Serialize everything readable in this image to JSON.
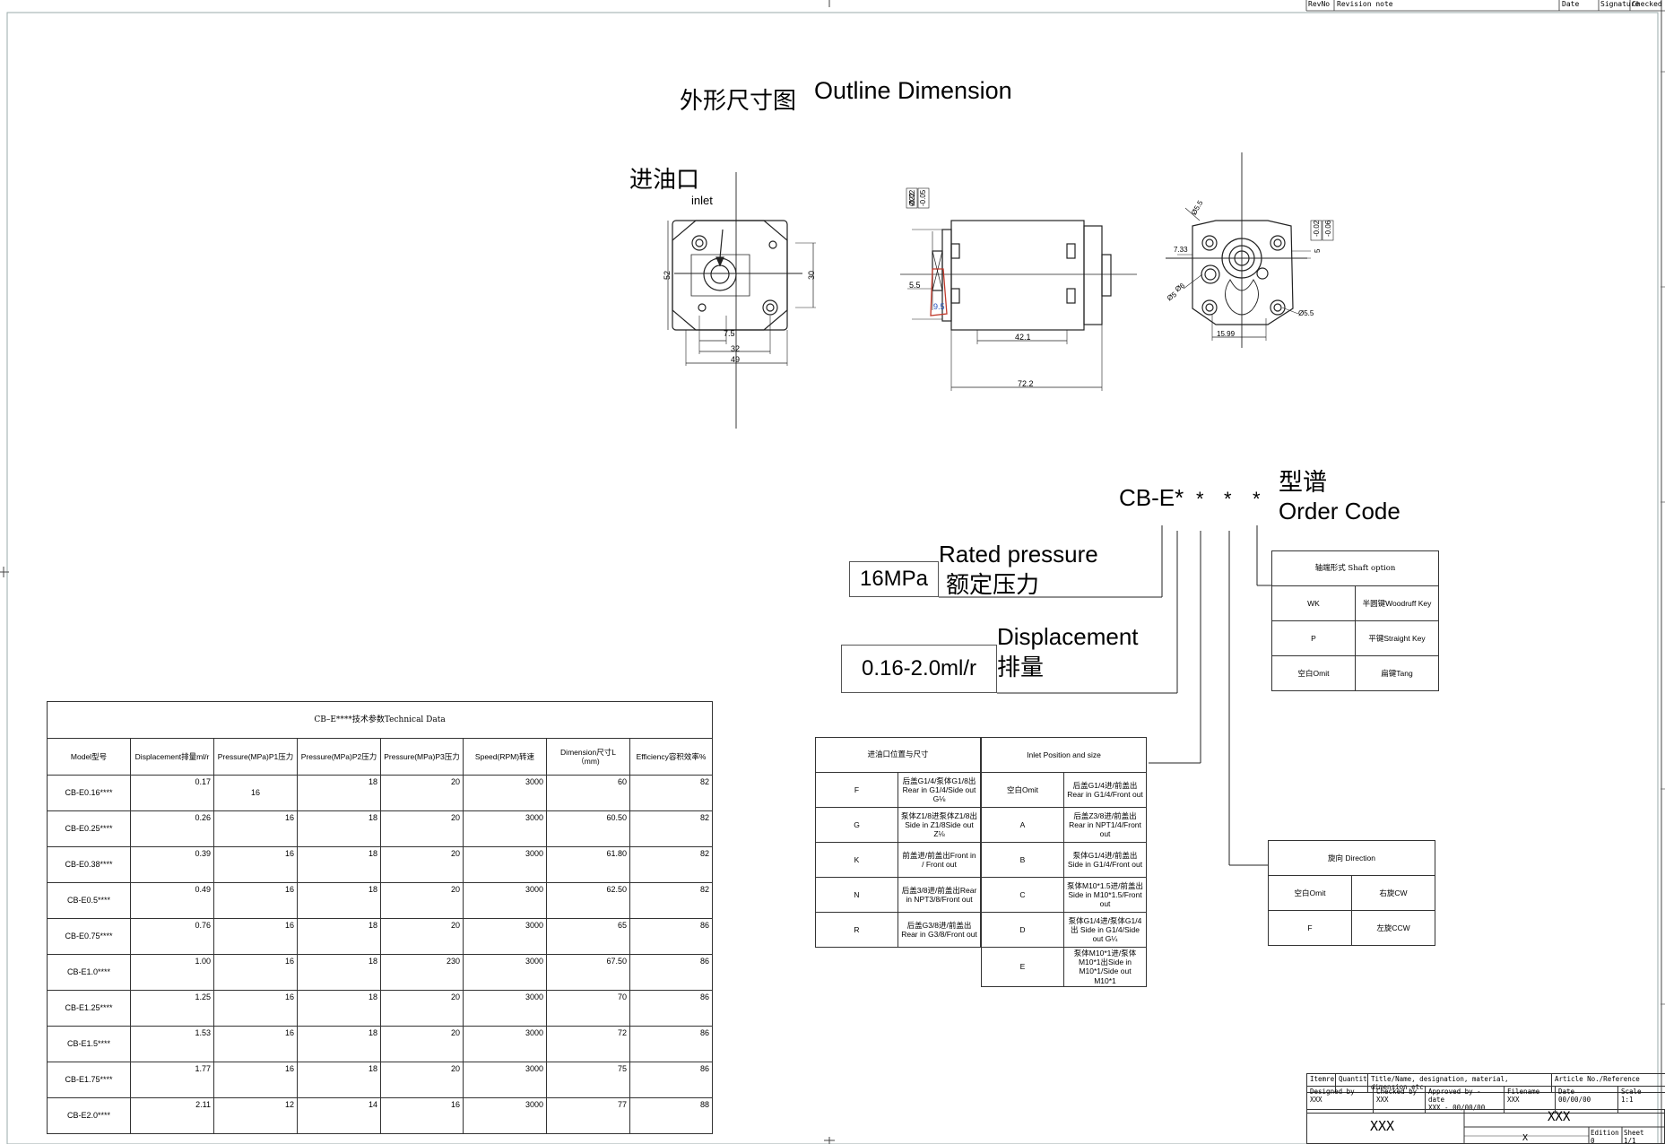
{
  "header": {
    "title_cn": "外形尺寸图",
    "title_en": "Outline  Dimension",
    "inlet_cn": "进油口",
    "inlet_en": "inlet"
  },
  "revision": {
    "headers": [
      "RevNo",
      "Revision note",
      "Date",
      "Signature",
      "Checked"
    ]
  },
  "dimensions": {
    "front": [
      "52",
      "30",
      "7.5",
      "32",
      "49"
    ],
    "side": [
      "Ø22",
      "-0.02",
      "-0.05",
      "5.5",
      "9.5",
      "42.1",
      "72.2"
    ],
    "rear": [
      "Ø5.5",
      "7.33",
      "-0.02",
      "-0.06",
      "5",
      "Ø6",
      "Ø5",
      "Ø5.5",
      "15.99"
    ]
  },
  "order_code": {
    "code": "CB-E*",
    "stars": [
      "*",
      "*",
      "*"
    ],
    "label_cn": "型谱",
    "label_en": "Order Code",
    "rated_pressure": {
      "value": "16MPa",
      "en": "Rated pressure",
      "cn": "额定压力"
    },
    "displacement": {
      "value": "0.16-2.0ml/r",
      "en": "Displacement",
      "cn": "排量"
    }
  },
  "tech_table": {
    "caption": "CB–E****技术参数Technical Data",
    "headers": [
      "Model型号",
      "Displacement排量ml/r",
      "Pressure(MPa)P1压力",
      "Pressure(MPa)P2压力",
      "Pressure(MPa)P3压力",
      "Speed(RPM)转速",
      "Dimension尺寸L（mm)",
      "Efficiency容积效率%"
    ],
    "rows": [
      [
        "CB-E0.16****",
        "0.17",
        "16",
        "18",
        "20",
        "3000",
        "60",
        "82"
      ],
      [
        "CB-E0.25****",
        "0.26",
        "16",
        "18",
        "20",
        "3000",
        "60.50",
        "82"
      ],
      [
        "CB-E0.38****",
        "0.39",
        "16",
        "18",
        "20",
        "3000",
        "61.80",
        "82"
      ],
      [
        "CB-E0.5****",
        "0.49",
        "16",
        "18",
        "20",
        "3000",
        "62.50",
        "82"
      ],
      [
        "CB-E0.75****",
        "0.76",
        "16",
        "18",
        "20",
        "3000",
        "65",
        "86"
      ],
      [
        "CB-E1.0****",
        "1.00",
        "16",
        "18",
        "230",
        "3000",
        "67.50",
        "86"
      ],
      [
        "CB-E1.25****",
        "1.25",
        "16",
        "18",
        "20",
        "3000",
        "70",
        "86"
      ],
      [
        "CB-E1.5****",
        "1.53",
        "16",
        "18",
        "20",
        "3000",
        "72",
        "86"
      ],
      [
        "CB-E1.75****",
        "1.77",
        "16",
        "18",
        "20",
        "3000",
        "75",
        "86"
      ],
      [
        "CB-E2.0****",
        "2.11",
        "12",
        "14",
        "16",
        "3000",
        "77",
        "88"
      ]
    ]
  },
  "inlet_table": {
    "left_header": "进油口位置与尺寸",
    "left_rows": [
      [
        "F",
        "后盖G1/4/泵体G1/8出 Rear in G1/4/Side out G⅛"
      ],
      [
        "G",
        "泵体Z1/8进泵体Z1/8出 Side in Z1/8Side out Z⅛"
      ],
      [
        "K",
        "前盖进/前盖出Front in / Front out"
      ],
      [
        "N",
        "后盖3/8进/前盖出Rear in NPT3/8/Front out"
      ],
      [
        "R",
        "后盖G3/8进/前盖出 Rear in G3/8/Front out"
      ]
    ],
    "right_header": "Inlet Position and size",
    "right_rows": [
      [
        "空白Omit",
        "后盖G1/4进/前盖出 Rear in G1/4/Front out"
      ],
      [
        "A",
        "后盖Z3/8进/前盖出Rear in NPT1/4/Front out"
      ],
      [
        "B",
        "泵体G1/4进/前盖出Side in G1/4/Front out"
      ],
      [
        "C",
        "泵体M10*1.5进/前盖出 Side in M10*1.5/Front out"
      ],
      [
        "D",
        "泵体G1/4进/泵体G1/4出 Side in G1/4/Side out G¼"
      ],
      [
        "E",
        "泵体M10*1进/泵体M10*1出Side in M10*1/Side out M10*1"
      ]
    ]
  },
  "shaft_table": {
    "header": "轴端形式 Shaft option",
    "rows": [
      [
        "WK",
        "半圆键Woodruff Key"
      ],
      [
        "P",
        "平键Straight Key"
      ],
      [
        "空白Omit",
        "扁键Tang"
      ]
    ]
  },
  "direction_table": {
    "header": "旋向  Direction",
    "rows": [
      [
        "空白Omit",
        "右旋CW"
      ],
      [
        "F",
        "左旋CCW"
      ]
    ]
  },
  "title_block": {
    "row1": [
      "Itemref",
      "Quantity",
      "Title/Name, designation, material, dimension etc",
      "Article No./Reference"
    ],
    "row2_labels": [
      "Designed by",
      "Checked by",
      "Approved by - date",
      "Filename",
      "Date",
      "Scale"
    ],
    "row2_values": [
      "XXX",
      "XXX",
      "XXX - 00/00/00",
      "XXX",
      "00/00/00",
      "1:1"
    ],
    "big_left": "XXX",
    "big_right": "XXX",
    "small_x": "X",
    "edition_label": "Edition",
    "edition_value": "0",
    "sheet_label": "Sheet",
    "sheet_value": "1/1"
  }
}
